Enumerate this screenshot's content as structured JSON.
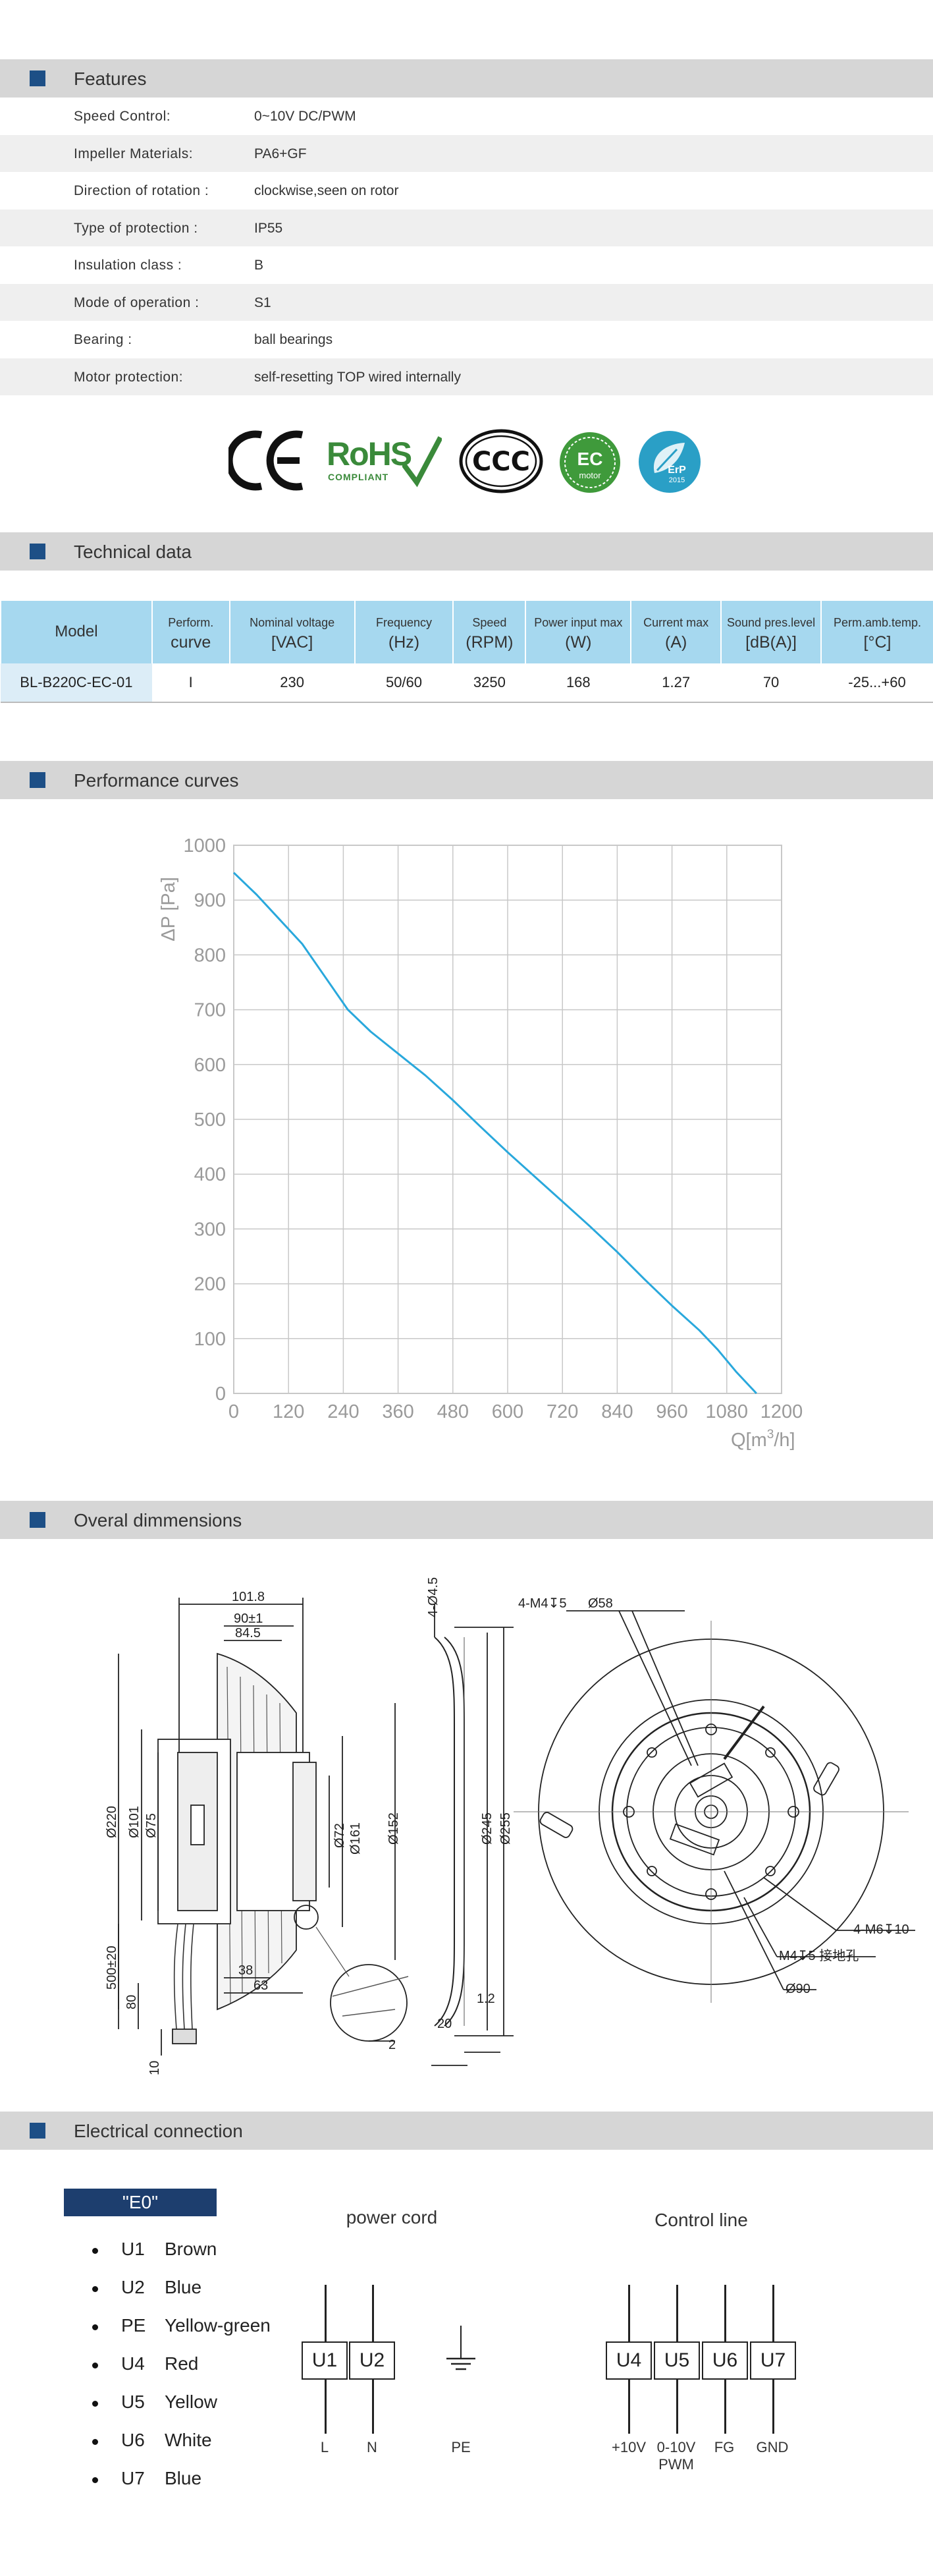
{
  "sections": {
    "features": "Features",
    "technical": "Technical data",
    "performance": "Performance curves",
    "dimensions": "Overal dimmensions",
    "electrical": "Electrical  connection"
  },
  "features": [
    {
      "label": "Speed Control:",
      "value": "0~10V DC/PWM"
    },
    {
      "label": "Impeller  Materials:",
      "value": "PA6+GF"
    },
    {
      "label": "Direction  of  rotation  :",
      "value": "clockwise,seen on rotor"
    },
    {
      "label": "Type of protection :",
      "value": "IP55"
    },
    {
      "label": "Insulation  class :",
      "value": "B"
    },
    {
      "label": "Mode of operation :",
      "value": "S1"
    },
    {
      "label": "Bearing :",
      "value": "ball  bearings"
    },
    {
      "label": "Motor protection:",
      "value": "self-resetting TOP wired internally"
    }
  ],
  "certifications": {
    "ce": "CE",
    "rohs": "RoHS",
    "rohs_sub": "COMPLIANT",
    "ccc": "CCC",
    "ec": "EC",
    "ec_sub": "motor",
    "erp": "ErP",
    "erp_year": "2015"
  },
  "tech_table": {
    "headers": [
      {
        "line1": "Model",
        "line2": ""
      },
      {
        "line1": "Perform.",
        "line2": "curve"
      },
      {
        "line1": "Nominal  voltage",
        "line2": "[VAC]"
      },
      {
        "line1": "Frequency",
        "line2": "(Hz)"
      },
      {
        "line1": "Speed",
        "line2": "(RPM)"
      },
      {
        "line1": "Power input max",
        "line2": "(W)"
      },
      {
        "line1": "Current  max",
        "line2": "(A)"
      },
      {
        "line1": "Sound pres.level",
        "line2": "[dB(A)]"
      },
      {
        "line1": "Perm.amb.temp.",
        "line2": "[°C]"
      }
    ],
    "row": [
      "BL-B220C-EC-01",
      "I",
      "230",
      "50/60",
      "3250",
      "168",
      "1.27",
      "70",
      "-25...+60"
    ]
  },
  "chart_data": {
    "type": "line",
    "ylabel": "ΔP [Pa]",
    "xlabel_prefix": "Q[m",
    "xlabel_sup": "3",
    "xlabel_suffix": "/h]",
    "xlim": [
      0,
      1200
    ],
    "ylim": [
      0,
      1000
    ],
    "x_ticks": [
      0,
      120,
      240,
      360,
      480,
      600,
      720,
      840,
      960,
      1080,
      1200
    ],
    "y_ticks": [
      0,
      100,
      200,
      300,
      400,
      500,
      600,
      700,
      800,
      900,
      1000
    ],
    "grid": true,
    "color": "#29a8dc",
    "series": [
      {
        "x": [
          0,
          50,
          100,
          150,
          200,
          250,
          300,
          360,
          420,
          480,
          540,
          600,
          660,
          720,
          780,
          840,
          900,
          960,
          1020,
          1060,
          1100,
          1145
        ],
        "y": [
          950,
          910,
          865,
          820,
          760,
          700,
          660,
          620,
          580,
          535,
          487,
          440,
          395,
          350,
          305,
          258,
          208,
          160,
          115,
          80,
          40,
          0
        ]
      }
    ]
  },
  "dimensions": {
    "side": {
      "d220": "Ø220",
      "d101": "Ø101",
      "d75": "Ø75",
      "d72": "Ø72",
      "d161": "Ø161",
      "w1018": "101.8",
      "w901": "90±1",
      "w845": "84.5",
      "w38": "38",
      "w63": "63",
      "l500": "500±20",
      "l80": "80",
      "l10": "10",
      "t2": "2"
    },
    "mid": {
      "d152": "Ø152",
      "d245": "Ø245",
      "d255": "Ø255",
      "w20": "20",
      "w12": "1.2",
      "holes": "4-Ø4.5"
    },
    "front": {
      "m4": "4-M4↧5",
      "d58": "Ø58",
      "m6": "4-M6↧10",
      "m4ground": "M4↧5  接地孔",
      "d90": "Ø90"
    }
  },
  "electrical": {
    "badge": "\"E0\"",
    "wires": [
      {
        "code": "U1",
        "color": "Brown"
      },
      {
        "code": "U2",
        "color": "Blue"
      },
      {
        "code": "PE",
        "color": "Yellow-green"
      },
      {
        "code": "U4",
        "color": "Red"
      },
      {
        "code": "U5",
        "color": "Yellow"
      },
      {
        "code": "U6",
        "color": "White"
      },
      {
        "code": "U7",
        "color": "Blue"
      }
    ],
    "power_title": "power cord",
    "control_title": "Control line",
    "power_boxes": [
      "U1",
      "U2"
    ],
    "power_labels": [
      "L",
      "N",
      "PE"
    ],
    "control_boxes": [
      "U4",
      "U5",
      "U6",
      "U7"
    ],
    "control_labels": [
      "+10V",
      "0-10V",
      "FG",
      "GND"
    ],
    "control_label_sub": "PWM"
  }
}
